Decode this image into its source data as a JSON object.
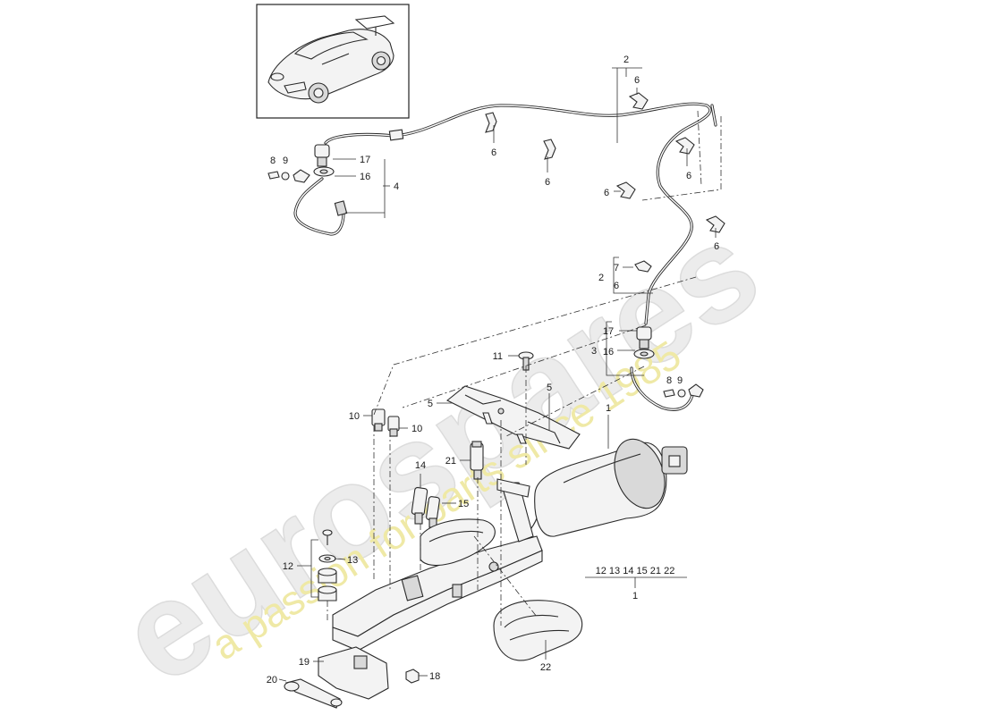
{
  "watermark": {
    "brand": "eurospares",
    "tagline": "a passion for parts since 1985",
    "brand_color": "#e8e8e8",
    "tagline_color": "#efe9a6"
  },
  "thumbnail": {
    "icon": "car-thumbnail-icon"
  },
  "callouts": {
    "c1_top": "1",
    "c1_bottom": "1",
    "c1_sub": "12 13 14 15 21 22",
    "c2_top": "2",
    "c2_mid": "2",
    "c3": "3",
    "c4": "4",
    "c5_left": "5",
    "c5_right": "5",
    "c6_a": "6",
    "c6_b": "6",
    "c6_c": "6",
    "c6_d": "6",
    "c6_e": "6",
    "c6_f": "6",
    "c6_g": "6",
    "c7": "7",
    "c8_left": "8",
    "c8_right": "8",
    "c9_left": "9",
    "c9_right": "9",
    "c10_a": "10",
    "c10_b": "10",
    "c11": "11",
    "c12": "12",
    "c13": "13",
    "c14": "14",
    "c15": "15",
    "c16_left": "16",
    "c16_right": "16",
    "c17_left": "17",
    "c17_right": "17",
    "c18": "18",
    "c19": "19",
    "c20": "20",
    "c21": "21",
    "c22": "22"
  }
}
